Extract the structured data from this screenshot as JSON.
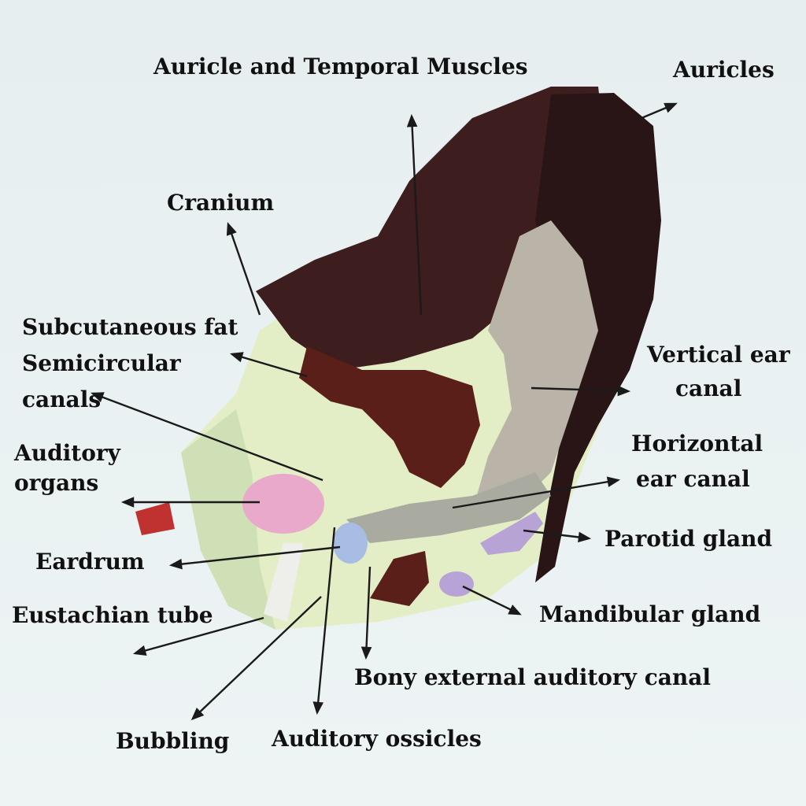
{
  "labels": {
    "auricle_temporal": "Auricle and Temporal Muscles",
    "auricles": "Auricles",
    "cranium": "Cranium",
    "subcutaneous_fat": "Subcutaneous fat",
    "semicircular_l1": "Semicircular",
    "semicircular_l2": "canals",
    "auditory_organs_l1": "Auditory",
    "auditory_organs_l2": "organs",
    "eardrum": "Eardrum",
    "eustachian": "Eustachian tube",
    "bubbling": "Bubbling",
    "ossicles": "Auditory ossicles",
    "bony_canal": "Bony external auditory canal",
    "mandibular": "Mandibular gland",
    "parotid": "Parotid gland",
    "horizontal_l1": "Horizontal",
    "horizontal_l2": "ear canal",
    "vertical_l1": "Vertical ear",
    "vertical_l2": "canal"
  },
  "colors": {
    "text": "#111111",
    "arrow": "#1a1a1a",
    "skin": "#3a1c1c",
    "cartilage": "#b8b2a6",
    "tissue": "#d9e6b0",
    "bone_cavity": "#5a1e18",
    "auditory_organ": "#e6a6c8",
    "eardrum": "#9fb6e0",
    "gland": "#b8a6d6"
  }
}
